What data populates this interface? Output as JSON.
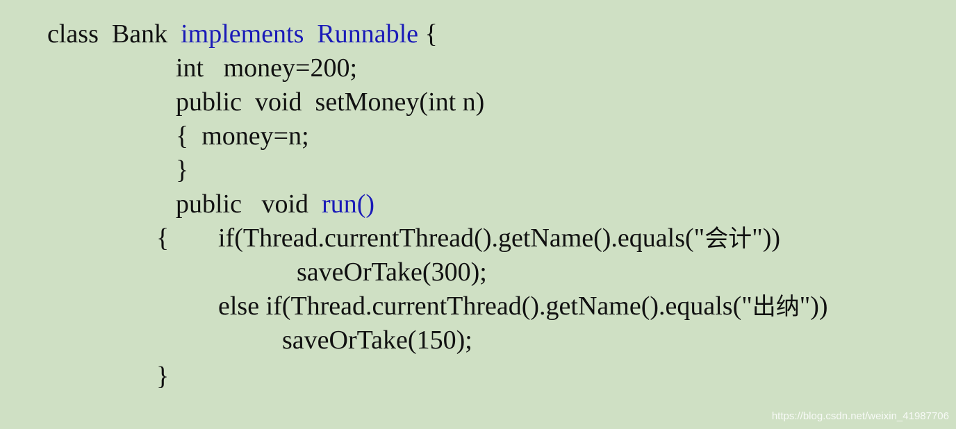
{
  "code": {
    "line1": {
      "kw_class": "class",
      "name": "Bank",
      "kw_implements": "implements",
      "iface": "Runnable",
      "brace": "{"
    },
    "line2": {
      "type": "int",
      "decl": "money=200;"
    },
    "line3": {
      "mod": "public",
      "ret": "void",
      "sig": "setMoney(int n)"
    },
    "line4": {
      "brace": "{",
      "stmt": "money=n;"
    },
    "line5": {
      "brace": "}"
    },
    "line6": {
      "mod": "public",
      "ret": "void",
      "method": "run()"
    },
    "line7": {
      "brace": "{",
      "pre": "if(Thread.currentThread().getName().equals(\"",
      "cjk": "会计",
      "post": "\"))"
    },
    "line8": {
      "stmt": "saveOrTake(300);"
    },
    "line9": {
      "pre": "else if(Thread.currentThread().getName().equals(\"",
      "cjk": "出纳",
      "post": "\"))"
    },
    "line10": {
      "stmt": "saveOrTake(150);"
    },
    "line11": {
      "brace": "}"
    }
  },
  "watermark": "https://blog.csdn.net/weixin_41987706",
  "colors": {
    "background": "#cfe0c4",
    "text": "#111111",
    "keyword": "#1a1ab8"
  }
}
